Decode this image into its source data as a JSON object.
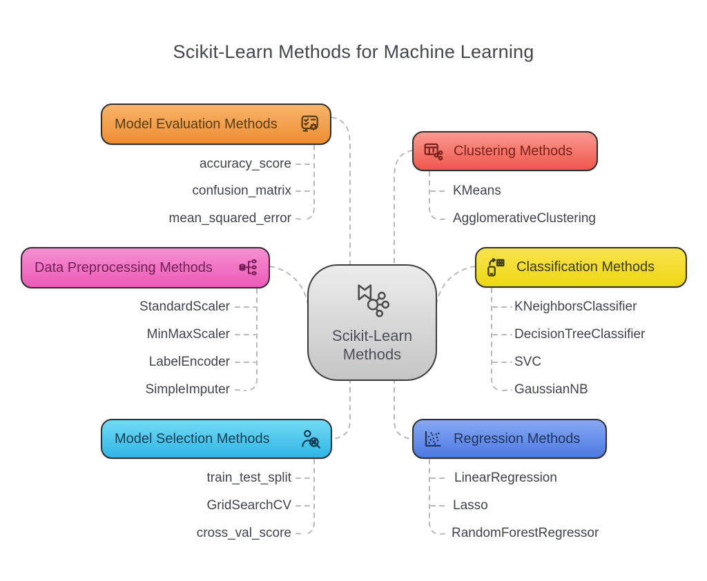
{
  "title": "Scikit-Learn Methods for Machine Learning",
  "center_node": {
    "label": "Scikit-Learn Methods",
    "icon": "book-network-icon",
    "fill_top": "#ececec",
    "fill_bottom": "#c5c5c5",
    "border_color": "#3a3a3a",
    "text_color": "#4b5055"
  },
  "connector_color": "#b5b9bc",
  "groups": [
    {
      "id": "model-evaluation",
      "label": "Model Evaluation Methods",
      "icon": "checklist-gear-icon",
      "icon_side": "right",
      "fill_top": "#f9b469",
      "fill_bottom": "#ee8d32",
      "text_color": "#583d13",
      "items": [
        "accuracy_score",
        "confusion_matrix",
        "mean_squared_error"
      ]
    },
    {
      "id": "clustering",
      "label": "Clustering Methods",
      "icon": "table-cluster-icon",
      "icon_side": "left",
      "fill_top": "#fa9a90",
      "fill_bottom": "#ef564c",
      "text_color": "#7b1f1b",
      "items": [
        "KMeans",
        "AgglomerativeClustering"
      ]
    },
    {
      "id": "data-preprocessing",
      "label": "Data Preprocessing Methods",
      "icon": "database-branch-icon",
      "icon_side": "right",
      "fill_top": "#f590d2",
      "fill_bottom": "#ec5ab7",
      "text_color": "#731f55",
      "items": [
        "StandardScaler",
        "MinMaxScaler",
        "LabelEncoder",
        "SimpleImputer"
      ]
    },
    {
      "id": "classification",
      "label": "Classification Methods",
      "icon": "phone-grid-icon",
      "icon_side": "left",
      "fill_top": "#f9e34e",
      "fill_bottom": "#eed711",
      "text_color": "#3c3a10",
      "items": [
        "KNeighborsClassifier",
        "DecisionTreeClassifier",
        "SVC",
        "GaussianNB"
      ]
    },
    {
      "id": "model-selection",
      "label": "Model Selection Methods",
      "icon": "person-search-icon",
      "icon_side": "right",
      "fill_top": "#74daf4",
      "fill_bottom": "#2eb6e6",
      "text_color": "#123f54",
      "items": [
        "train_test_split",
        "GridSearchCV",
        "cross_val_score"
      ]
    },
    {
      "id": "regression",
      "label": "Regression Methods",
      "icon": "scatter-plot-icon",
      "icon_side": "left",
      "fill_top": "#86a9f3",
      "fill_bottom": "#4d78e1",
      "text_color": "#20335c",
      "items": [
        "LinearRegression",
        "Lasso",
        "RandomForestRegressor"
      ]
    }
  ]
}
